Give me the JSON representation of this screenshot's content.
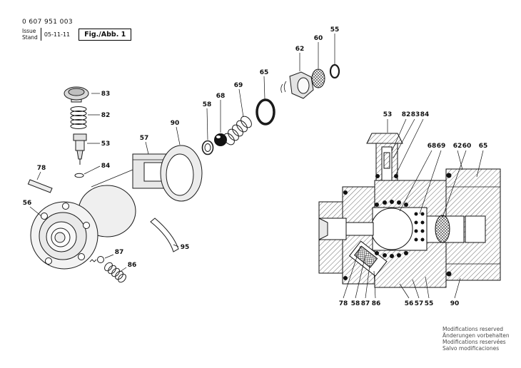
{
  "header": {
    "part_number": "0 607 951 003",
    "issue_label": "Issue",
    "stand_label": "Stand",
    "date": "05-11-11",
    "figure_label": "Fig./Abb. 1"
  },
  "callouts": {
    "n53": "53",
    "n55": "55",
    "n56": "56",
    "n57": "57",
    "n58": "58",
    "n60": "60",
    "n62": "62",
    "n65": "65",
    "n68": "68",
    "n69": "69",
    "n78": "78",
    "n82": "82",
    "n83": "83",
    "n84": "84",
    "n86": "86",
    "n87": "87",
    "n90": "90",
    "n95": "95"
  },
  "footer": {
    "line1": "Modifications reserved",
    "line2": "Änderungen vorbehalten",
    "line3": "Modifications reservées",
    "line4": "Salvo modificaciones"
  }
}
